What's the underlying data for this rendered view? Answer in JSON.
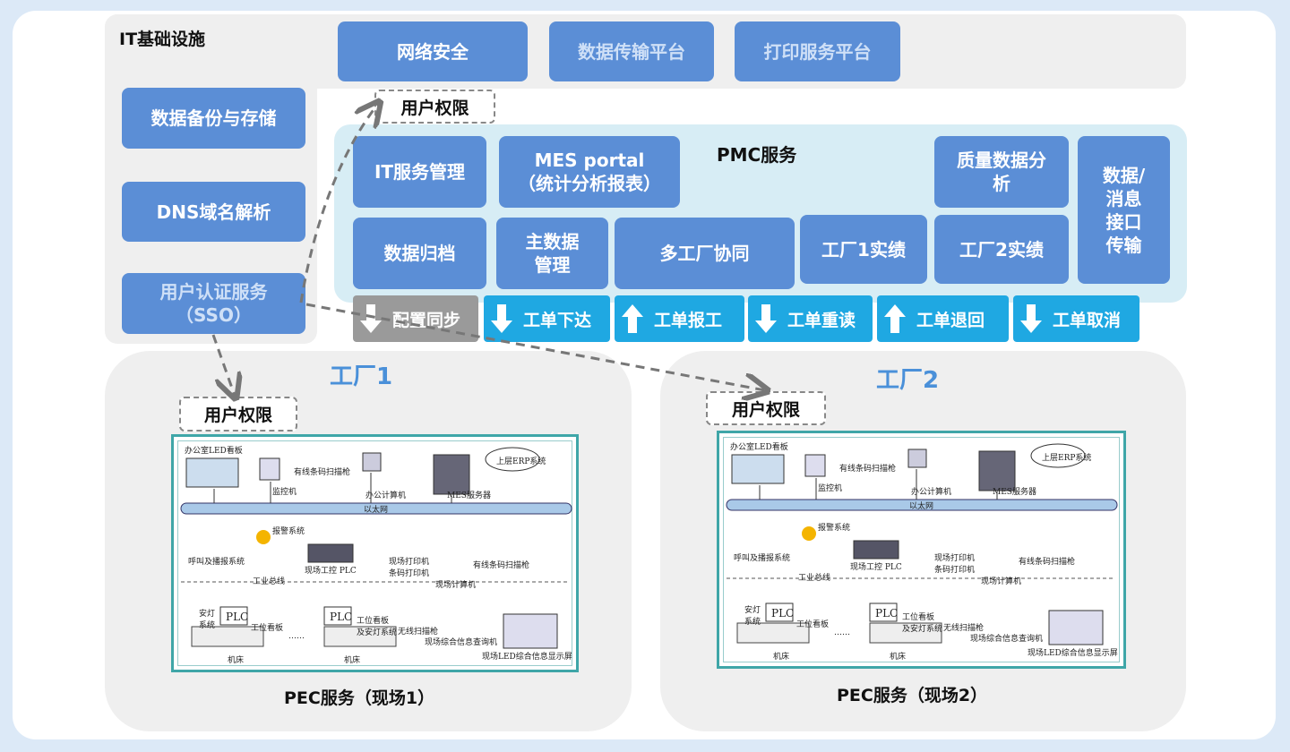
{
  "it_infra": {
    "title": "IT基础设施",
    "top_buttons": [
      "网络安全",
      "数据传输平台",
      "打印服务平台"
    ],
    "left_buttons": [
      "数据备份与存储",
      "DNS域名解析",
      "用户认证服务\n（SSO）"
    ]
  },
  "user_permission_label": "用户权限",
  "pmc": {
    "title": "PMC服务",
    "modules": {
      "it_service": "IT服务管理",
      "mes_portal": "MES portal\n（统计分析报表）",
      "quality": "质量数据分\n析",
      "data_interface": "数据/\n消息\n接口\n传输",
      "archive": "数据归档",
      "master_data": "主数据\n管理",
      "multi_factory": "多工厂协同",
      "factory1_perf": "工厂1实绩",
      "factory2_perf": "工厂2实绩"
    }
  },
  "flows": [
    {
      "label": "配置同步",
      "direction": "down",
      "style": "grey"
    },
    {
      "label": "工单下达",
      "direction": "down",
      "style": "blue"
    },
    {
      "label": "工单报工",
      "direction": "up",
      "style": "blue"
    },
    {
      "label": "工单重读",
      "direction": "down",
      "style": "blue"
    },
    {
      "label": "工单退回",
      "direction": "up",
      "style": "blue"
    },
    {
      "label": "工单取消",
      "direction": "down",
      "style": "blue"
    }
  ],
  "factory1": {
    "title": "工厂1",
    "pec": "PEC服务（现场1）"
  },
  "factory2": {
    "title": "工厂2",
    "pec": "PEC服务（现场2）"
  },
  "network_diagram": {
    "office_led": "办公室LED看板",
    "monitor": "监控机",
    "wired_scanner": "有线条码扫描枪",
    "office_pc": "办公计算机",
    "mes_server": "MES服务器",
    "erp": "上层ERP系统",
    "ethernet": "以太网",
    "alarm": "报警系统",
    "call": "呼叫及播报系统",
    "field_ctrl": "现场工控 PLC",
    "field_printer": "现场打印机\n条码打印机",
    "field_scanner": "有线条码扫描枪",
    "field_pc": "现场计算机",
    "bus": "工业总线",
    "andon": "安灯\n系统",
    "plc": "PLC",
    "station_board": "工位看板",
    "station_board2": "工位看板\n及安灯系统",
    "wireless": "无线扫描枪",
    "query": "现场综合信息查询机",
    "led_screen": "现场LED综合信息显示屏",
    "machine": "机床",
    "dots": "……"
  },
  "colors": {
    "box_blue": "#5b8ed6",
    "flow_blue": "#1fa8e2",
    "pmc_bg": "#d7edf5",
    "grey_bg": "#efefef",
    "title_blue": "#4a90d9"
  }
}
